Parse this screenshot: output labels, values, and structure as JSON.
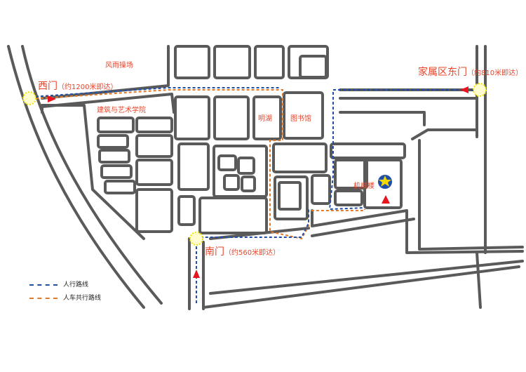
{
  "map": {
    "gates": {
      "west": {
        "name": "西门",
        "distance": "（约1200米即达）"
      },
      "east": {
        "name": "家属区东门",
        "distance": "（约810米即达）"
      },
      "south": {
        "name": "南门",
        "distance": "（约560米即达）"
      }
    },
    "places": {
      "field": "风雨操场",
      "arts": "建筑与艺术学院",
      "lake": "明湖",
      "library": "图书馆",
      "mech": "机械楼"
    },
    "legend": {
      "walk": "人行路线",
      "shared": "人车共行路线"
    },
    "colors": {
      "road": "#5a5a5a",
      "walk_route": "#1f4fa8",
      "shared_route": "#e07b2a",
      "label": "#e8442a",
      "arrow": "#e8141e",
      "gate_marker": "#f2e600",
      "star": "#f5d800",
      "star_disc": "#1f4fa8"
    }
  }
}
